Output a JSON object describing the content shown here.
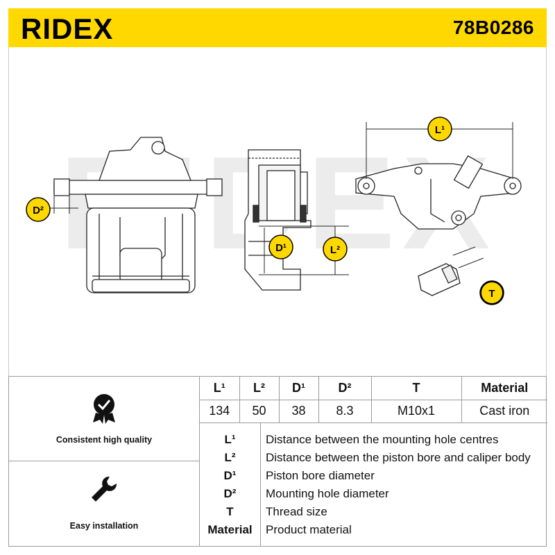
{
  "brand": {
    "name": "RIDEX",
    "accent": "#ffd800"
  },
  "part_number": "78B0286",
  "drawing": {
    "watermark": "RIDEX",
    "badges": {
      "l1": "L¹",
      "l2": "L²",
      "d1": "D¹",
      "d2": "D²",
      "t": "T"
    }
  },
  "features": [
    {
      "label": "Consistent high quality",
      "icon": "quality-badge-icon"
    },
    {
      "label": "Easy installation",
      "icon": "wrench-icon"
    }
  ],
  "spec_table": {
    "headers": [
      "L¹",
      "L²",
      "D¹",
      "D²",
      "T",
      "Material"
    ],
    "values": [
      "134",
      "50",
      "38",
      "8.3",
      "M10x1",
      "Cast iron"
    ]
  },
  "legend": [
    {
      "symbol": "L¹",
      "description": "Distance between the mounting hole centres"
    },
    {
      "symbol": "L²",
      "description": "Distance between the piston bore and caliper body"
    },
    {
      "symbol": "D¹",
      "description": "Piston bore diameter"
    },
    {
      "symbol": "D²",
      "description": "Mounting hole diameter"
    },
    {
      "symbol": "T",
      "description": "Thread size"
    },
    {
      "symbol": "Material",
      "description": "Product material"
    }
  ]
}
